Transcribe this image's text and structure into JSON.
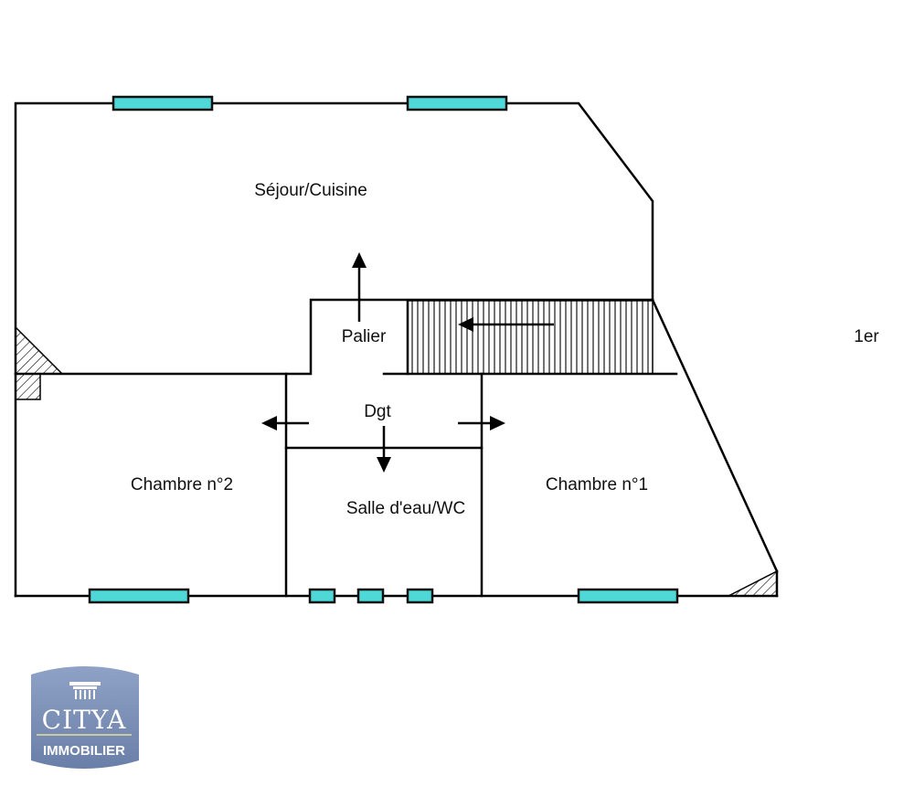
{
  "floor_label": "1er",
  "rooms": {
    "sejour": "Séjour/Cuisine",
    "palier": "Palier",
    "dgt": "Dgt",
    "chambre2": "Chambre n°2",
    "salle_eau": "Salle d'eau/WC",
    "chambre1": "Chambre n°1"
  },
  "logo": {
    "brand": "CITYA",
    "subtitle": "IMMOBILIER",
    "color": "#7b8fb5"
  },
  "colors": {
    "window": "#4fd8d8",
    "wall": "#000000"
  }
}
